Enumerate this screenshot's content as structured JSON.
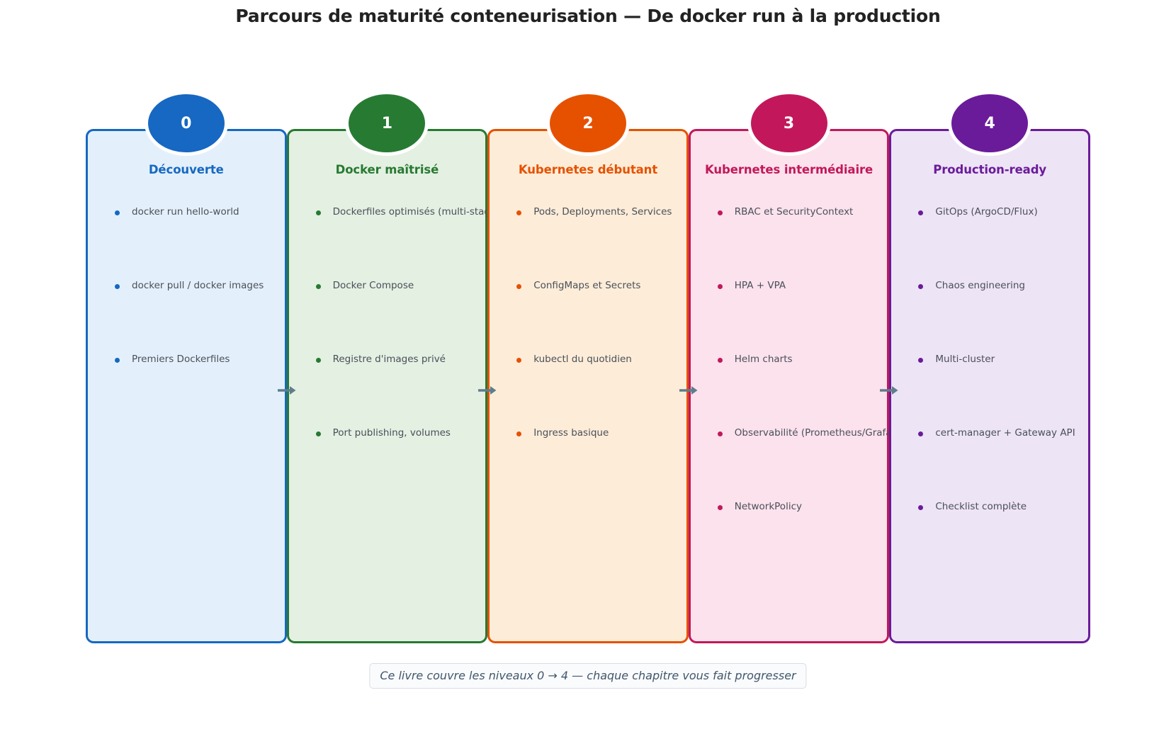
{
  "title": "Parcours de maturité conteneurisation — De docker run à la production",
  "footer": {
    "note": "Ce livre couvre les niveaux 0 → 4 — chaque chapitre vous fait progresser"
  },
  "arrow_icon": "arrow-right-icon",
  "stages": [
    {
      "level": "0",
      "heading": "Découverte",
      "accent": "#1668C2",
      "fill": "#E3F0FB",
      "badge": "#1668C2",
      "items": [
        "docker run hello-world",
        "docker pull / docker images",
        "Premiers Dockerfiles"
      ]
    },
    {
      "level": "1",
      "heading": "Docker maîtrisé",
      "accent": "#277A32",
      "fill": "#E4F0E2",
      "badge": "#277A32",
      "items": [
        "Dockerfiles optimisés (multi-stage)",
        "Docker Compose",
        "Registre d'images privé",
        "Port publishing, volumes"
      ]
    },
    {
      "level": "2",
      "heading": "Kubernetes débutant",
      "accent": "#E65100",
      "fill": "#FDEDD8",
      "badge": "#E65100",
      "items": [
        "Pods, Deployments, Services",
        "ConfigMaps et Secrets",
        "kubectl du quotidien",
        "Ingress basique"
      ]
    },
    {
      "level": "3",
      "heading": "Kubernetes intermédiaire",
      "accent": "#C2185B",
      "fill": "#FBE2EC",
      "badge": "#C2185B",
      "items": [
        "RBAC et SecurityContext",
        "HPA + VPA",
        "Helm charts",
        "Observabilité (Prometheus/Grafana)",
        "NetworkPolicy"
      ]
    },
    {
      "level": "4",
      "heading": "Production-ready",
      "accent": "#6A1B9A",
      "fill": "#EDE4F5",
      "badge": "#6A1B9A",
      "items": [
        "GitOps (ArgoCD/Flux)",
        "Chaos engineering",
        "Multi-cluster",
        "cert-manager + Gateway API",
        "Checklist complète"
      ]
    }
  ]
}
